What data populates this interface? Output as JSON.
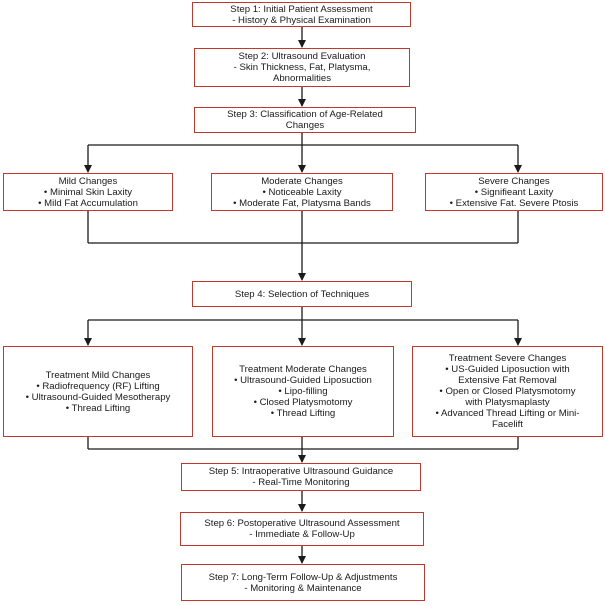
{
  "steps": {
    "s1": {
      "line1": "Step 1: Initial Patient Assessment",
      "line2": "- History & Physical Examination"
    },
    "s2": {
      "line1": "Step 2: Ultrasound Evaluation",
      "line2": "- Skin Thickness, Fat, Platysma,",
      "line3": "Abnormalities"
    },
    "s3": {
      "line1": "Step 3: Classification of Age-Related",
      "line2": "Changes"
    },
    "s4": {
      "line1": "Step 4: Selection of  Techniques"
    },
    "s5": {
      "line1": "Step 5: Intraoperative Ultrasound Guidance",
      "line2": "- Real-Time Monitoring"
    },
    "s6": {
      "line1": "Step 6: Postoperative Ultrasound Assessment",
      "line2": "- Immediate & Follow-Up"
    },
    "s7": {
      "line1": "Step 7: Long-Term Follow-Up & Adjustments",
      "line2": "- Monitoring & Maintenance"
    }
  },
  "classes": {
    "mild": {
      "title": "Mild Changes",
      "items": [
        "•  Minimal Skin Laxity",
        "•  Mild Fat Accumulation"
      ]
    },
    "moderate": {
      "title": "Moderate Changes",
      "items": [
        "•  Noticeable Laxity",
        "•  Moderate Fat, Platysma Bands"
      ]
    },
    "severe": {
      "title": "Severe Changes",
      "items": [
        "•  Signifieant Laxity",
        "•  Extensive Fat. Severe Ptosis"
      ]
    }
  },
  "treatments": {
    "mild": {
      "title": "Treatment Mild Changes",
      "items": [
        "•  Radiofrequency (RF) Lifting",
        "•  Ultrasound-Guided Mesotherapy",
        "•  Thread Lifting"
      ]
    },
    "moderate": {
      "title": "Treatment Moderate Changes",
      "items": [
        "•  Ultrasound-Guided Liposuction",
        "•  Lipo-filling",
        "•  Closed Platysmotomy",
        "•  Thread Lifting"
      ]
    },
    "severe": {
      "title": "Treatment Severe Changes",
      "items": [
        "•  US-Guided Liposuction with",
        "Extensive Fat Removal",
        "•  Open or Closed Platysmotomy",
        "with Platysmaplasty",
        "•  Advanced Thread Lifting or Mini-",
        "Facelift"
      ]
    }
  },
  "colors": {
    "box_border": "#c0392b",
    "connector": "#1a1a1a"
  }
}
